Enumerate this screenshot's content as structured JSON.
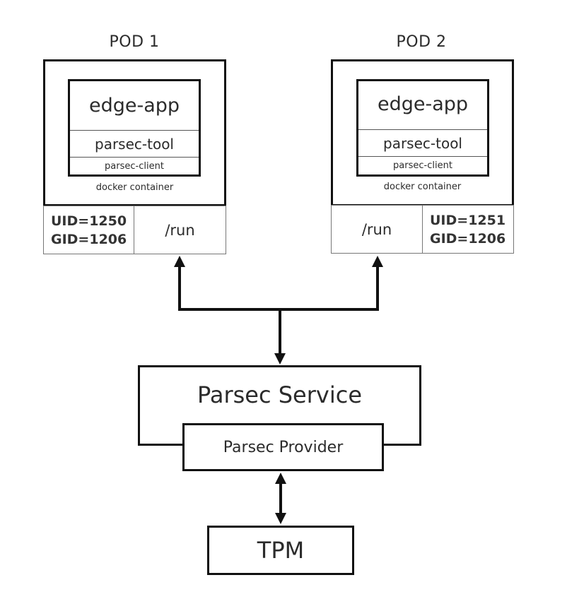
{
  "pods": [
    {
      "title": "POD 1",
      "app": "edge-app",
      "tool": "parsec-tool",
      "client": "parsec-client",
      "container": "docker container",
      "uid": "UID=1250",
      "gid": "GID=1206",
      "mount": "/run"
    },
    {
      "title": "POD 2",
      "app": "edge-app",
      "tool": "parsec-tool",
      "client": "parsec-client",
      "container": "docker container",
      "uid": "UID=1251",
      "gid": "GID=1206",
      "mount": "/run"
    }
  ],
  "service": {
    "title": "Parsec Service",
    "provider": "Parsec Provider"
  },
  "tpm": {
    "label": "TPM"
  }
}
